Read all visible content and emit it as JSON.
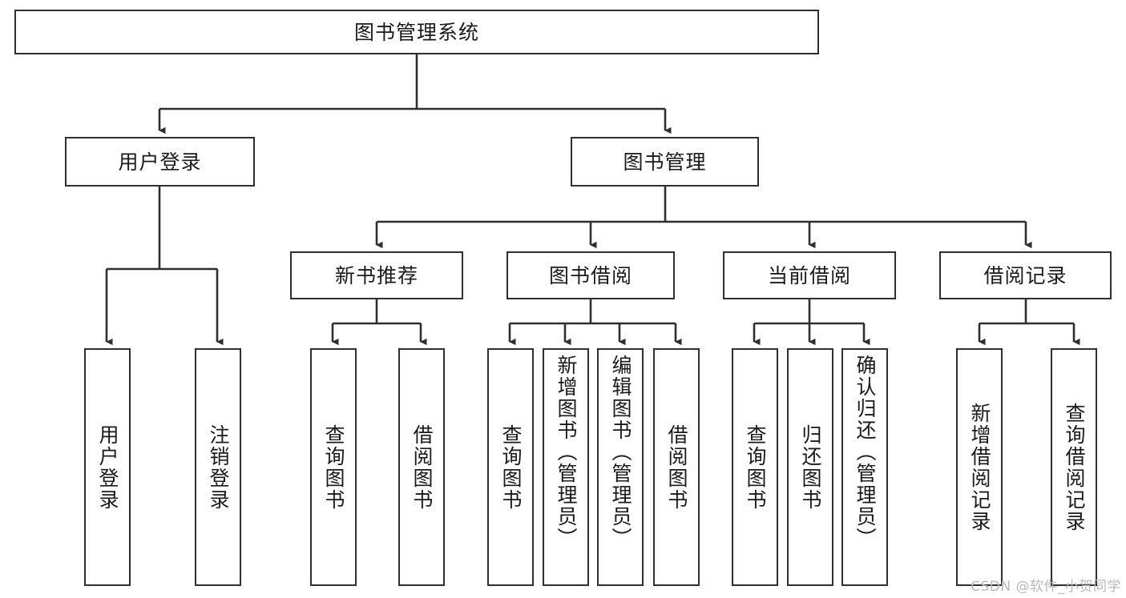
{
  "diagram": {
    "title": "图书管理系统",
    "type": "tree",
    "watermark": "CSDN @软件_小贺同学",
    "colors": {
      "box_border": "#2f2f2f",
      "box_fill": "#ffffff",
      "edge": "#2f2f2f",
      "text": "#1a1a1a",
      "watermark": "#b9b9b9"
    },
    "nodes": {
      "root": {
        "label": "图书管理系统"
      },
      "level2": [
        {
          "id": "user-login",
          "label": "用户登录"
        },
        {
          "id": "book-management",
          "label": "图书管理"
        }
      ],
      "level3": [
        {
          "id": "new-book-recommend",
          "label": "新书推荐"
        },
        {
          "id": "book-borrow",
          "label": "图书借阅"
        },
        {
          "id": "current-borrow",
          "label": "当前借阅"
        },
        {
          "id": "borrow-record",
          "label": "借阅记录"
        }
      ],
      "leaves": {
        "user-login": [
          {
            "id": "leaf-user-login",
            "label": "用户登录"
          },
          {
            "id": "leaf-user-logout",
            "label": "注销登录"
          }
        ],
        "new-book-recommend": [
          {
            "id": "leaf-query-book-1",
            "label": "查询图书"
          },
          {
            "id": "leaf-borrow-book-1",
            "label": "借阅图书"
          }
        ],
        "book-borrow": [
          {
            "id": "leaf-query-book-2",
            "label": "查询图书"
          },
          {
            "id": "leaf-add-book",
            "label": "新增图书（管理员）"
          },
          {
            "id": "leaf-edit-book",
            "label": "编辑图书（管理员）"
          },
          {
            "id": "leaf-borrow-book-2",
            "label": "借阅图书"
          }
        ],
        "current-borrow": [
          {
            "id": "leaf-query-book-3",
            "label": "查询图书"
          },
          {
            "id": "leaf-return-book",
            "label": "归还图书"
          },
          {
            "id": "leaf-confirm-return",
            "label": "确认归还（管理员）"
          }
        ],
        "borrow-record": [
          {
            "id": "leaf-add-record",
            "label": "新增借阅记录"
          },
          {
            "id": "leaf-query-record",
            "label": "查询借阅记录"
          }
        ]
      }
    }
  }
}
